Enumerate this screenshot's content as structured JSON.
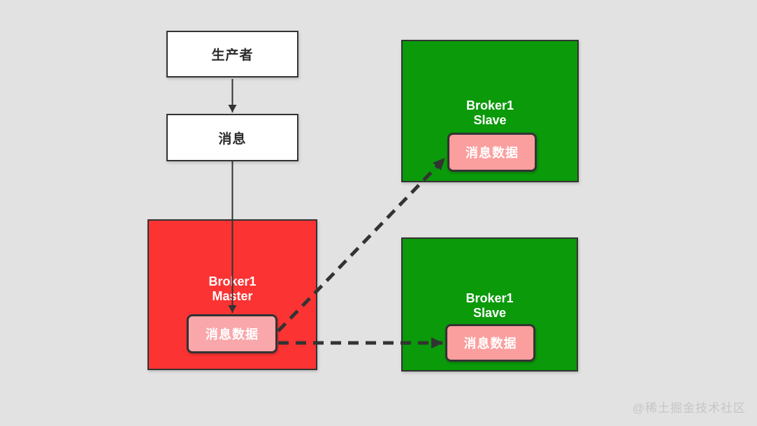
{
  "watermark": "@稀土掘金技术社区",
  "colors": {
    "background": "#e2e2e2",
    "white_box_bg": "#ffffff",
    "master_bg": "#fb3333",
    "slave_bg": "#0a9a0a",
    "master_chip_bg": "#f9a7aa",
    "slave_chip_bg": "#fb9e9e",
    "box_border": "#333333",
    "arrow": "#333333",
    "watermark_color": "#c6c6c6"
  },
  "producer": {
    "label": "生产者"
  },
  "message": {
    "label": "消息"
  },
  "master": {
    "title_line1": "Broker1",
    "title_line2": "Master",
    "data_label": "消息数据"
  },
  "slave_top": {
    "title_line1": "Broker1",
    "title_line2": "Slave",
    "data_label": "消息数据"
  },
  "slave_bottom": {
    "title_line1": "Broker1",
    "title_line2": "Slave",
    "data_label": "消息数据"
  }
}
